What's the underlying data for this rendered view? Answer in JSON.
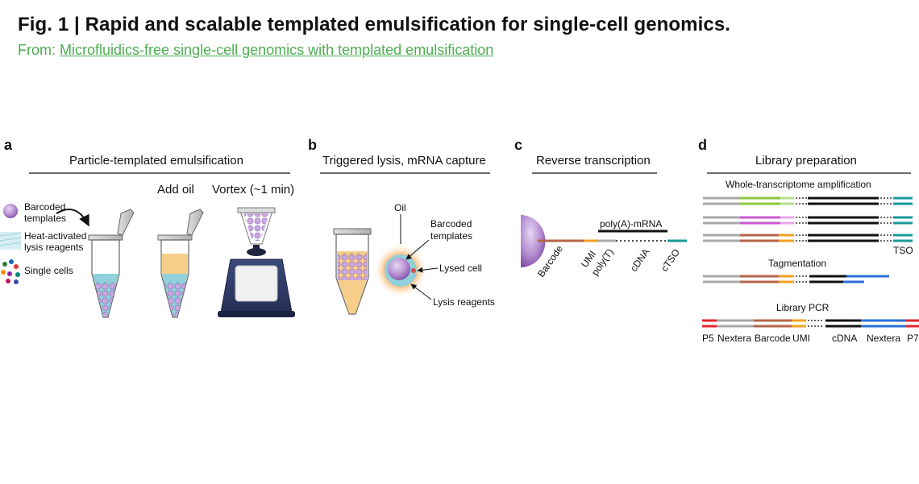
{
  "figure": {
    "title": "Fig. 1 | Rapid and scalable templated emulsification for single-cell genomics.",
    "from_prefix": "From:",
    "from_link": "Microfluidics-free single-cell genomics with templated emulsification"
  },
  "panel_a": {
    "letter": "a",
    "heading": "Particle-templated emulsification",
    "step_oil": "Add oil",
    "step_vortex": "Vortex (~1 min)",
    "legend_barcoded_1": "Barcoded",
    "legend_barcoded_2": "templates",
    "legend_heat_1": "Heat-activated",
    "legend_heat_2": "lysis reagents",
    "legend_cells": "Single cells"
  },
  "panel_b": {
    "letter": "b",
    "heading": "Triggered lysis, mRNA capture",
    "oil": "Oil",
    "barcoded_1": "Barcoded",
    "barcoded_2": "templates",
    "lysed_cell": "Lysed cell",
    "lysis_reagents": "Lysis reagents"
  },
  "panel_c": {
    "letter": "c",
    "heading": "Reverse transcription",
    "mrna": "poly(A)-mRNA",
    "barcode": "Barcode",
    "umi": "UMI",
    "polyt": "poly(T)",
    "cdna": "cDNA",
    "ctso": "cTSO"
  },
  "panel_d": {
    "letter": "d",
    "heading": "Library preparation",
    "wta": "Whole-transcriptome amplification",
    "tso": "TSO",
    "tagmentation": "Tagmentation",
    "library_pcr": "Library PCR",
    "p5": "P5",
    "nextera_left": "Nextera",
    "barcode": "Barcode",
    "umi": "UMI",
    "cdna": "cDNA",
    "nextera_right": "Nextera",
    "p7": "P7"
  },
  "colors": {
    "link_green": "#4caf50",
    "barcode_brown": "#b5654a",
    "umi_orange": "#f0a020",
    "tso_teal": "#1a9a9a",
    "bead_purple": "#b48cd0",
    "p5_red": "#e0252a",
    "nextera_blue": "#2a6fd8",
    "wta_green": "#8cc63f",
    "wta_magenta": "#c85ad0",
    "polyt_gray": "#a8a8a8"
  }
}
